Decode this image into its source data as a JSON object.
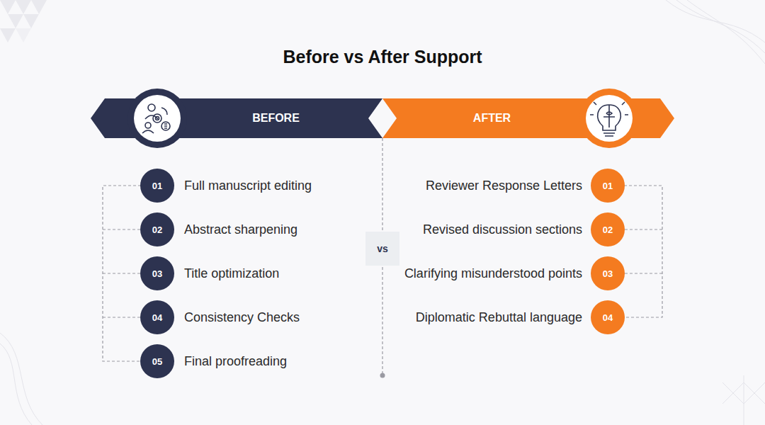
{
  "diagram": {
    "title": "Before vs After Support",
    "nodes": [
      {
        "text": [
          "BEFORE"
        ]
      },
      {
        "text": [
          "AFTER"
        ]
      },
      {
        "text": [
          "01",
          "Full manuscript editing"
        ]
      },
      {
        "text": [
          "02",
          "Abstract sharpening"
        ]
      },
      {
        "text": [
          "03",
          "Title optimization"
        ]
      },
      {
        "text": [
          "04",
          "Consistency Checks"
        ]
      },
      {
        "text": [
          "05",
          "Final proofreading"
        ]
      },
      {
        "text": [
          "vs"
        ]
      },
      {
        "text": [
          "01",
          "Reviewer Response Letters"
        ]
      },
      {
        "text": [
          "02",
          "Revised discussion sections"
        ]
      },
      {
        "text": [
          "03",
          "Clarifying misunderstood points"
        ]
      },
      {
        "text": [
          "04",
          "Diplomatic Rebuttal language"
        ]
      }
    ]
  }
}
